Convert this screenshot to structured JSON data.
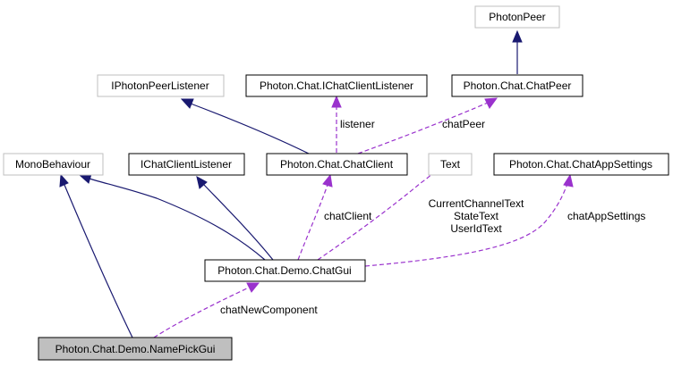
{
  "colors": {
    "inheritance_edge": "#191970",
    "usage_edge": "#9a32cd",
    "focus_fill": "#bfbfbf",
    "external_border": "#bfbfbf",
    "documented_border": "#000000"
  },
  "nodes": {
    "photonpeer": "PhotonPeer",
    "iphotonpeerlistener": "IPhotonPeerListener",
    "ichatclientlistener_ns": "Photon.Chat.IChatClientListener",
    "chatpeer": "Photon.Chat.ChatPeer",
    "monobehaviour": "MonoBehaviour",
    "ichatclientlistener": "IChatClientListener",
    "chatclient": "Photon.Chat.ChatClient",
    "text": "Text",
    "chatappsettings": "Photon.Chat.ChatAppSettings",
    "chatgui": "Photon.Chat.Demo.ChatGui",
    "namepickgui": "Photon.Chat.Demo.NamePickGui"
  },
  "edge_labels": {
    "listener": "listener",
    "chatpeer": "chatPeer",
    "chatclient": "chatClient",
    "text_1": "CurrentChannelText",
    "text_2": "StateText",
    "text_3": "UserIdText",
    "chatappsettings": "chatAppSettings",
    "chatnewcomponent": "chatNewComponent"
  }
}
